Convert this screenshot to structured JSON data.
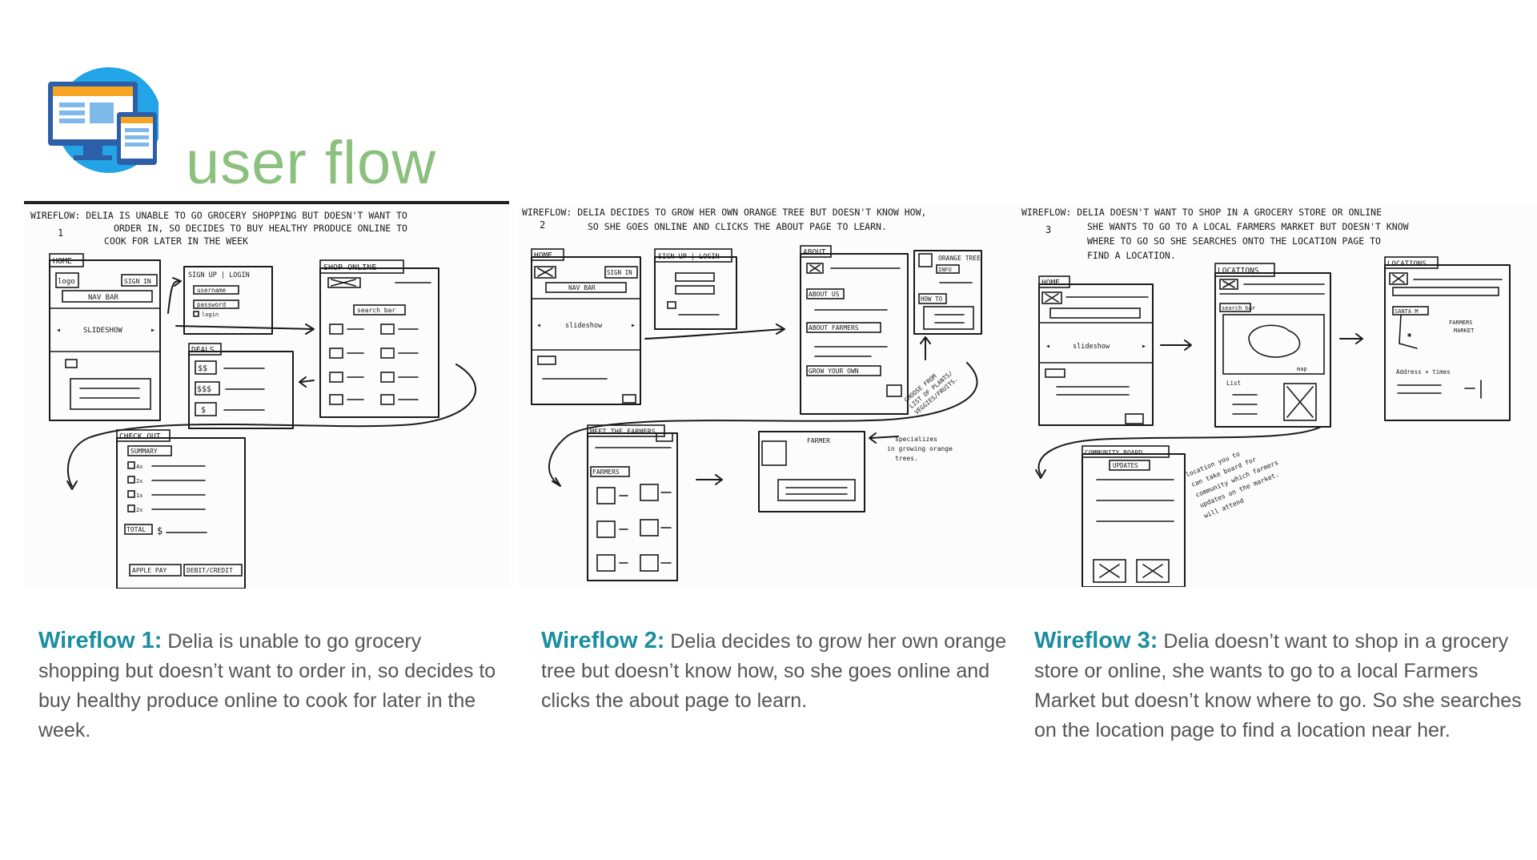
{
  "page": {
    "title": "user flow"
  },
  "colors": {
    "title": "#8cc07e",
    "caption_label": "#1b8ea0",
    "caption_text": "#555555",
    "icon_circle": "#22a4e6",
    "icon_screen_frame": "#2c5fa8",
    "icon_header": "#f6a623"
  },
  "captions": [
    {
      "label": "Wireflow 1:",
      "text": "Delia is unable to go grocery shopping but doesn’t want to order in, so decides to buy healthy produce online to cook for later in the week."
    },
    {
      "label": "Wireflow 2:",
      "text": "Delia decides to grow her own orange tree but doesn’t know how, so she goes online and clicks the about page to learn."
    },
    {
      "label": "Wireflow 3:",
      "text": "Delia doesn’t want to shop in a grocery store or online, she wants to go to a local Farmers Market but doesn’t know where to go. So she searches on the location page to find a location near her."
    }
  ],
  "sketches": {
    "wf1": {
      "header": [
        "WIREFLOW: DELIA IS UNABLE TO GO GROCERY SHOPPING BUT DOESN'T WANT TO",
        "ORDER IN, SO DECIDES TO BUY HEALTHY PRODUCE ONLINE TO",
        "COOK FOR LATER IN THE WEEK"
      ],
      "number": "1",
      "home": "HOME",
      "logo": "logo",
      "sign_in": "SIGN IN",
      "nav_bar": "NAV BAR",
      "slideshow": "SLIDESHOW",
      "sign_up": "SIGN UP | LOGIN",
      "username": "username",
      "password": "password",
      "login": "login",
      "shop_online": "SHOP ONLINE",
      "search_bar": "search bar",
      "deals": "DEALS",
      "deal_1": "$$",
      "deal_2": "$$$",
      "deal_3": "$",
      "check_out": "CHECK OUT",
      "summary": "SUMMARY",
      "qty_1": "4x",
      "qty_2": "2x",
      "qty_3": "1x",
      "qty_4": "2x",
      "total": "TOTAL",
      "currency": "$",
      "apple_pay": "APPLE PAY",
      "debit": "DEBIT/CREDIT"
    },
    "wf2": {
      "header": [
        "WIREFLOW: DELIA DECIDES TO GROW HER OWN ORANGE TREE BUT DOESN'T KNOW HOW,",
        "SO SHE GOES ONLINE AND CLICKS THE ABOUT PAGE TO LEARN."
      ],
      "number": "2",
      "home": "HOME",
      "sign_in": "SIGN IN",
      "nav_bar": "NAV BAR",
      "slideshow": "slideshow",
      "sign_up": "SIGN UP | LOGIN",
      "about": "ABOUT",
      "about_us": "ABOUT US",
      "about_farmers": "ABOUT FARMERS",
      "grow_your_own": "GROW YOUR OWN",
      "orange_tree": "ORANGE TREE",
      "info": "INFO",
      "how_to": "HOW TO",
      "choose_note": [
        "CHOOSE FROM",
        "LIST OF PLANTS/",
        "VEGGIES/FRUITS."
      ],
      "meet_farmers": "MEET THE FARMERS",
      "farmers": "FARMERS",
      "farmer": "FARMER",
      "specializes_note": [
        "specializes",
        "in growing orange",
        "trees."
      ]
    },
    "wf3": {
      "header": [
        "WIREFLOW: DELIA DOESN'T WANT TO SHOP IN A GROCERY STORE OR ONLINE",
        "SHE WANTS TO GO TO A LOCAL FARMERS MARKET BUT DOESN'T KNOW",
        "WHERE TO GO SO SHE SEARCHES ONTO THE LOCATION PAGE TO",
        "FIND A LOCATION."
      ],
      "number": "3",
      "home": "HOME",
      "slideshow": "slideshow",
      "locations": "LOCATIONS",
      "search_bar": "search bar",
      "map": "map",
      "list": "List",
      "locations_2": "LOCATIONS",
      "santa_m": "SANTA M",
      "farmers_market": [
        "FARMERS",
        "MARKET"
      ],
      "address_times": "Address + times",
      "community_board": "COMMUNITY BOARD",
      "updates": "UPDATES",
      "community_note": [
        "location you to",
        "can take board for",
        "community which farmers",
        "updates on the market.",
        "will attend"
      ]
    }
  }
}
